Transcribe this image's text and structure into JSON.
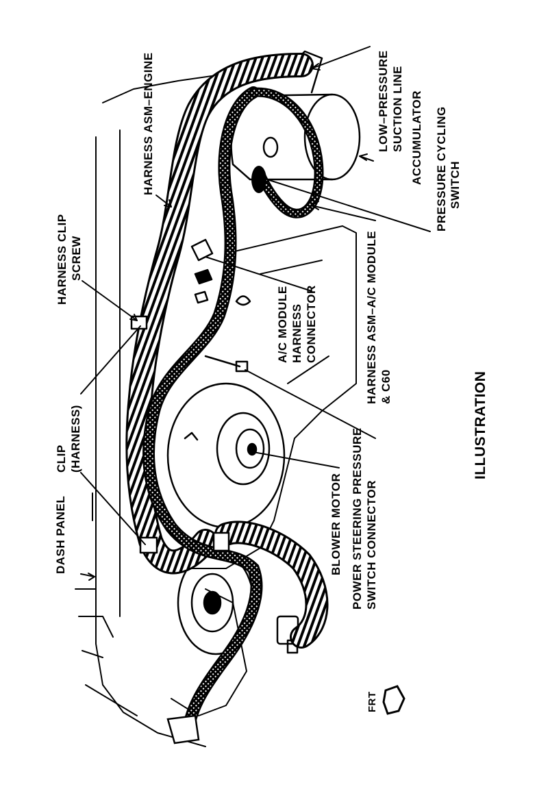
{
  "labels": {
    "dash_panel": "DASH PANEL",
    "clip_line1": "CLIP",
    "clip_line2": "(HARNESS)",
    "clip_screw_line1": "HARNESS CLIP",
    "clip_screw_line2": "SCREW",
    "harness_engine": "HARNESS ASM–ENGINE",
    "low_pressure_line1": "LOW–PRESSURE",
    "low_pressure_line2": "SUCTION LINE",
    "accumulator": "ACCUMULATOR",
    "pcs_line1": "PRESSURE CYCLING",
    "pcs_line2": "SWITCH",
    "ac_module_line1": "A/C MODULE",
    "ac_module_line2": "HARNESS",
    "ac_module_line3": "CONNECTOR",
    "harness_ac_line1": "HARNESS ASM–A/C MODULE",
    "harness_ac_line2": "& C60",
    "blower_motor": "BLOWER MOTOR",
    "ps_line1": "POWER STEERING PRESSURE",
    "ps_line2": "SWITCH CONNECTOR",
    "illustration": "ILLUSTRATION",
    "frt": "FRT"
  }
}
